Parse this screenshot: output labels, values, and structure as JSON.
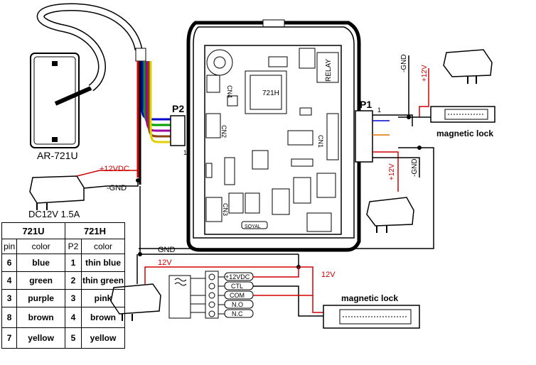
{
  "reader": {
    "model": "AR-721U"
  },
  "psu": {
    "rating": "DC12V  1.5A"
  },
  "controller": {
    "chip": "721H",
    "relay": "RELAY",
    "logo": "SOYAL"
  },
  "connectors": {
    "p2": "P2",
    "p1": "P1",
    "pin1_left": "1",
    "pin1_right": "1",
    "cn1": "CN1",
    "cn2": "CN2",
    "cn3": "CN3",
    "cn4": "CN4"
  },
  "wires": {
    "plus12vdc_top": "+12VDC",
    "gnd_top": "-GND",
    "gnd_main": "GND",
    "v12_bottom": "12V",
    "v12_right": "12V",
    "gnd_p1_top": "-GND",
    "v12_p1_top": "+12V",
    "v12_p1_mid": "+12V",
    "gnd_p1_mid": "-GND"
  },
  "terminals": [
    "+12VDC",
    "CTL",
    "COM",
    "N.O",
    "N.C"
  ],
  "locks": {
    "top": "magnetic lock",
    "bottom": "magnetic lock"
  },
  "table": {
    "header": [
      "721U",
      "721H"
    ],
    "subheader": [
      "pin",
      "color",
      "P2",
      "color"
    ],
    "rows": [
      {
        "pin": "6",
        "color": "blue",
        "p2": "1",
        "p2color": "thin blue"
      },
      {
        "pin": "4",
        "color": "green",
        "p2": "2",
        "p2color": "thin green"
      },
      {
        "pin": "3",
        "color": "purple",
        "p2": "3",
        "p2color": "pink"
      },
      {
        "pin": "8",
        "color": "brown",
        "p2": "4",
        "p2color": "brown"
      },
      {
        "pin": "7",
        "color": "yellow",
        "p2": "5",
        "p2color": "yellow"
      }
    ]
  }
}
